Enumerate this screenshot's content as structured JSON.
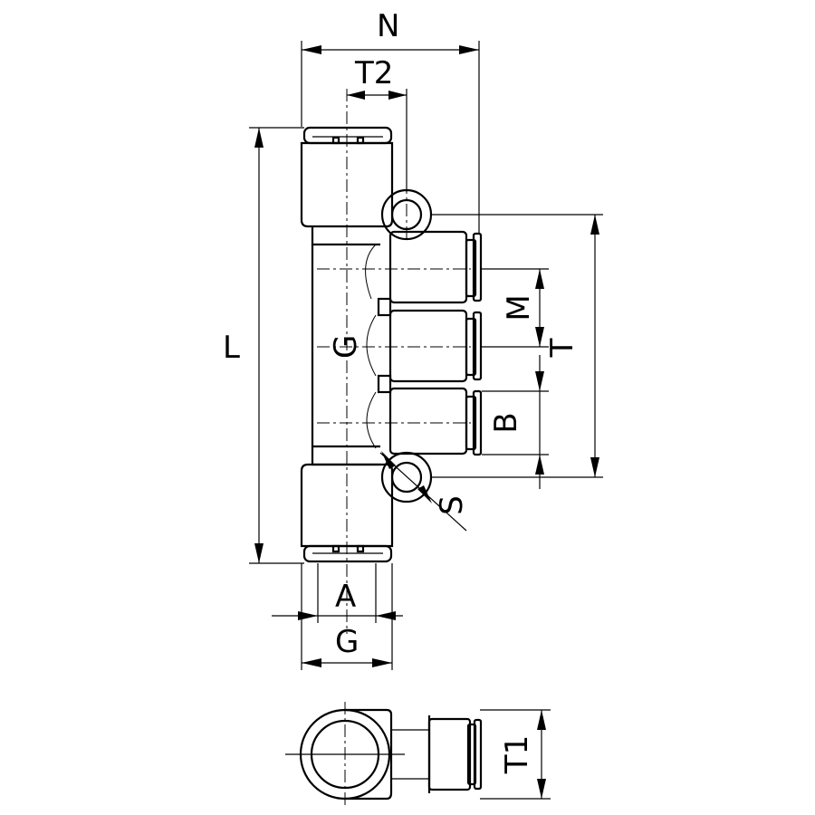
{
  "drawing": {
    "dimensions": {
      "N": "N",
      "T2": "T2",
      "L": "L",
      "M": "M",
      "T": "T",
      "B": "B",
      "S": "S",
      "A": "A",
      "G": "G",
      "T1": "T1"
    },
    "marking": "G"
  },
  "colors": {
    "line": "#000000",
    "background": "#ffffff"
  }
}
